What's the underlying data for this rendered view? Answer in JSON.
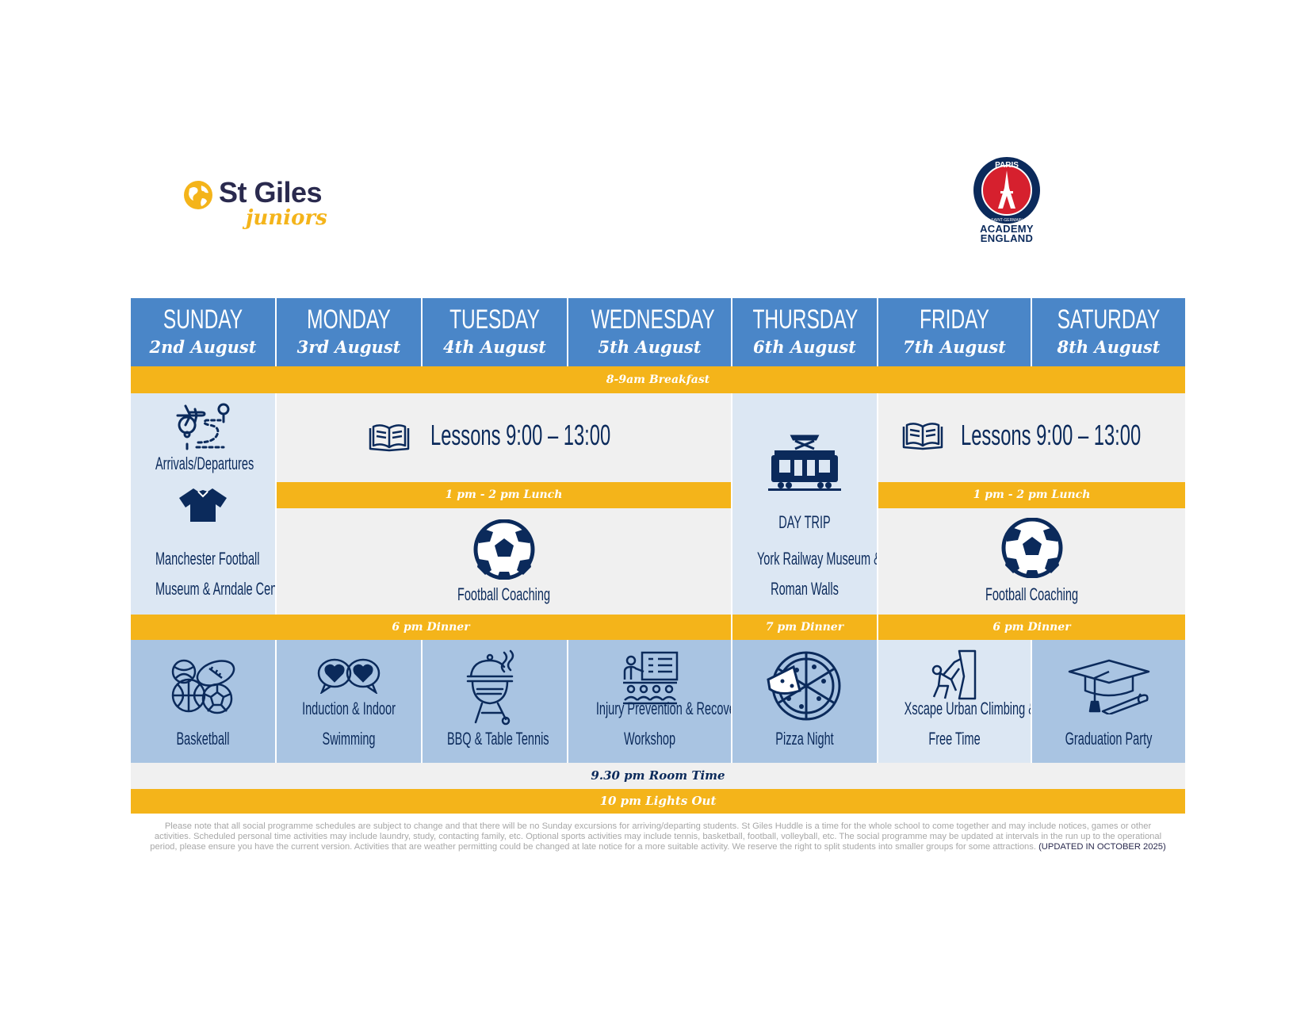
{
  "logos": {
    "stgiles_name": "St Giles",
    "stgiles_sub": "juniors",
    "psg_line1": "ACADEMY",
    "psg_line2": "ENGLAND",
    "psg_badge_top": "PARIS",
    "psg_badge_bottom": "SAINT-GERMAIN"
  },
  "days": [
    {
      "day": "SUNDAY",
      "date": "2nd August"
    },
    {
      "day": "MONDAY",
      "date": "3rd August"
    },
    {
      "day": "TUESDAY",
      "date": "4th August"
    },
    {
      "day": "WEDNESDAY",
      "date": "5th August"
    },
    {
      "day": "THURSDAY",
      "date": "6th August"
    },
    {
      "day": "FRIDAY",
      "date": "7th August"
    },
    {
      "day": "SATURDAY",
      "date": "8th August"
    }
  ],
  "breakfast": "8-9am   Breakfast",
  "sunday": {
    "arrivals": "Arrivals/Departures",
    "trip_line1": "Manchester Football",
    "trip_line2": "Museum & Arndale Centre"
  },
  "lessons": "Lessons 9:00 – 13:00",
  "lunch": "1 pm - 2 pm  Lunch",
  "football": "Football Coaching",
  "thursday": {
    "daytrip": "DAY TRIP",
    "line1": "York Railway Museum &",
    "line2": "Roman Walls"
  },
  "dinner_6": "6 pm Dinner",
  "dinner_7": "7 pm Dinner",
  "evening": [
    {
      "line1": "",
      "line2": "Basketball",
      "icon": "sports-balls-icon"
    },
    {
      "line1": "Induction & Indoor",
      "line2": "Swimming",
      "icon": "hearts-speech-icon"
    },
    {
      "line1": "",
      "line2": "BBQ & Table Tennis",
      "icon": "bbq-grill-icon"
    },
    {
      "line1": "Injury Prevention & Recovery",
      "line2": "Workshop",
      "icon": "workshop-presentation-icon"
    },
    {
      "line1": "",
      "line2": "Pizza Night",
      "icon": "pizza-icon"
    },
    {
      "line1": "Xscape Urban Climbing &",
      "line2": "Free Time",
      "icon": "climbing-wall-icon"
    },
    {
      "line1": "",
      "line2": "Graduation Party",
      "icon": "graduation-cap-icon"
    }
  ],
  "room_time": "9.30 pm Room Time",
  "lights_out": "10 pm  Lights Out",
  "footnote": "Please note that all social programme schedules are subject to change and that there will be no Sunday excursions for arriving/departing students. St Giles Huddle is a time for the whole school to come together and may include notices, games or other activities. Scheduled personal time activities may include laundry, study, contacting family, etc. Optional sports activities may include tennis, basketball, football, volleyball, etc. The social programme may be updated at intervals in the run up to the operational period, please ensure you have the current version. Activities that are weather permitting could be changed at late notice for a more suitable activity. We reserve the right to split students into smaller groups for some attractions.",
  "updated": "(UPDATED IN OCTOBER 2025)",
  "colors": {
    "header_blue": "#4a86c8",
    "bar_yellow": "#f4b41a",
    "navy": "#0b2a5b",
    "light_blue": "#dce7f3",
    "mid_blue": "#a9c4e2",
    "grey": "#f0f0f0"
  }
}
